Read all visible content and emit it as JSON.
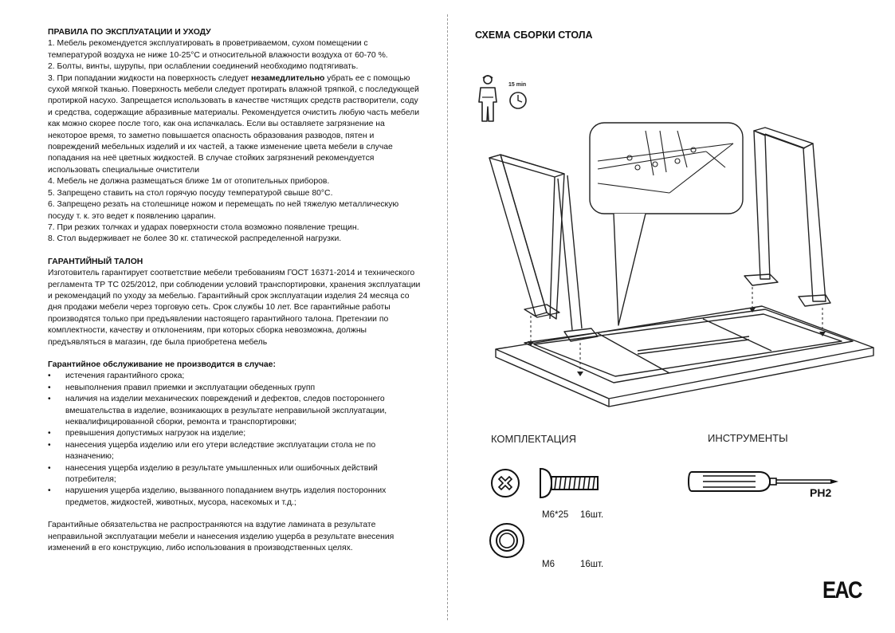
{
  "rules": {
    "title": "ПРАВИЛА ПО ЭКСПЛУАТАЦИИ И УХОДУ",
    "items": [
      "1. Мебель рекомендуется эксплуатировать в проветриваемом, сухом  помещении с температурой воздуха не ниже 10-25°С  и относительной влажности воздуха от 60-70 %.",
      "2. Болты, винты, шурупы, при ослаблении соединений необходимо подтягивать."
    ],
    "item3_before": "3. При попадании жидкости на поверхность следует ",
    "item3_bold": "незамедлительно",
    "item3_after": " убрать ее с помощью сухой мягкой тканью. Поверхность мебели следует протирать влажной тряпкой, с последующей протиркой насухо. Запрещается использовать в качестве чистящих средств растворители, соду и средства, содержащие абразивные материалы. Рекомендуется очистить любую часть мебели как можно скорее после того, как она испачкалась. Если вы оставляете загрязнение на некоторое время, то заметно повышается опасность образования разводов, пятен и повреждений мебельных изделий и их частей, а также изменение цвета мебели в случае попадания на неё цветных жидкостей. В случае стойких загрязнений рекомендуется использовать специальные очистители",
    "items_rest": [
      "4. Мебель не должна размещаться ближе 1м от отопительных приборов.",
      "5. Запрещено ставить на стол горячую посуду температурой свыше 80°С.",
      "6. Запрещено резать на столешнице ножом и перемещать по ней тяжелую металлическую посуду т. к. это ведет к появлению царапин.",
      "7. При резких толчках и ударах поверхности стола возможно появление трещин.",
      "8. Стол выдерживает не более 30 кг. статической распределенной нагрузки."
    ]
  },
  "warranty": {
    "title": "ГАРАНТИЙНЫЙ  ТАЛОН",
    "text": "Изготовитель гарантирует соответствие мебели требованиям ГОСТ 16371-2014  и технического регламента  ТР ТС 025/2012, при соблюдении условий  транспортировки, хранения эксплуатации и рекомендаций по уходу за мебелью. Гарантийный срок эксплуатации изделия 24 месяца со дня продажи мебели через торговую сеть. Срок службы  10 лет. Все гарантийные работы производятся только при предъявлении настоящего гарантийного талона. Претензии по комплектности, качеству и отклонениям, при которых сборка невозможна, должны  предъявляться в магазин, где была приобретена мебель"
  },
  "not_covered": {
    "title": "Гарантийное обслуживание не производится  в случае:",
    "bullets": [
      "истечения гарантийного срока;",
      "невыполнения правил приемки и эксплуатации обеденных групп",
      "наличия на изделии механических повреждений и дефектов, следов постороннего вмешательства в изделие, возникающих в результате неправильной эксплуатации, неквалифицированной сборки, ремонта и транспортировки;",
      "превышения допустимых нагрузок на изделие;",
      "нанесения ущерба изделию или его утери вследствие эксплуатации стола не по назначению;",
      "нанесения ущерба изделию в результате умышленных или ошибочных действий потребителя;",
      "нарушения ущерба изделию, вызванного попаданием внутрь изделия посторонних предметов, жидкостей, животных, мусора, насекомых и т.д.;"
    ]
  },
  "footer_text": "Гарантийные обязательства не распространяются на вздутие ламината в результате неправильной эксплуатации мебели и нанесения изделию ущерба в результате внесения изменений в его конструкцию, либо использования в производственных целях.",
  "schema": {
    "title": "СХЕМА СБОРКИ СТОЛА",
    "time": "15 min"
  },
  "kit": {
    "title": "КОМПЛЕКТАЦИЯ",
    "screw_label": "М6*25",
    "screw_qty": "16шт.",
    "washer_label": "М6",
    "washer_qty": "16шт."
  },
  "tools": {
    "title": "ИНСТРУМЕНТЫ",
    "bit": "PH2"
  },
  "mark": "EAC"
}
